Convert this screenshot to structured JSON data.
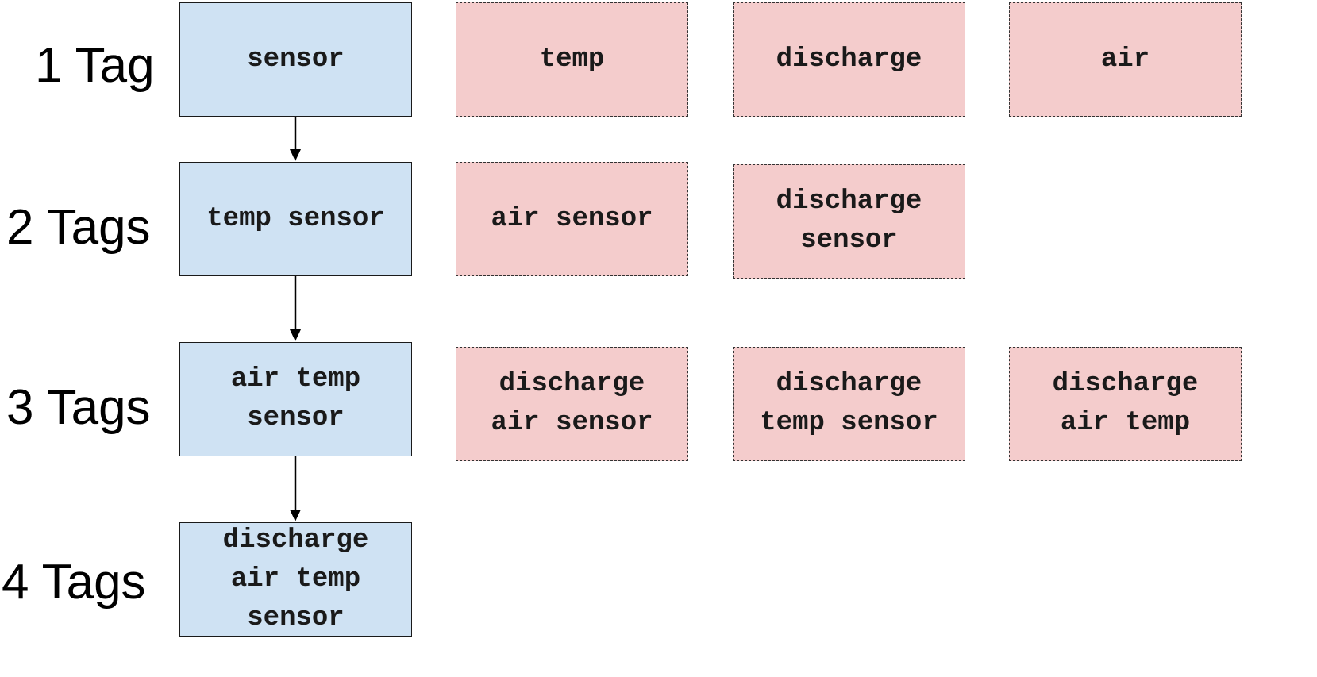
{
  "colors": {
    "selected_fill": "#cfe2f3",
    "candidate_fill": "#f4cccc",
    "border": "#1a1a1a",
    "arrow": "#000000"
  },
  "rows": [
    {
      "label": "1 Tag",
      "selected": "sensor",
      "candidates": [
        "temp",
        "discharge",
        "air"
      ]
    },
    {
      "label": "2 Tags",
      "selected": "temp sensor",
      "candidates": [
        "air sensor",
        "discharge\nsensor"
      ]
    },
    {
      "label": "3 Tags",
      "selected": "air temp\nsensor",
      "candidates": [
        "discharge\nair sensor",
        "discharge\ntemp sensor",
        "discharge\nair temp"
      ]
    },
    {
      "label": "4 Tags",
      "selected": "discharge\nair temp\nsensor",
      "candidates": []
    }
  ]
}
